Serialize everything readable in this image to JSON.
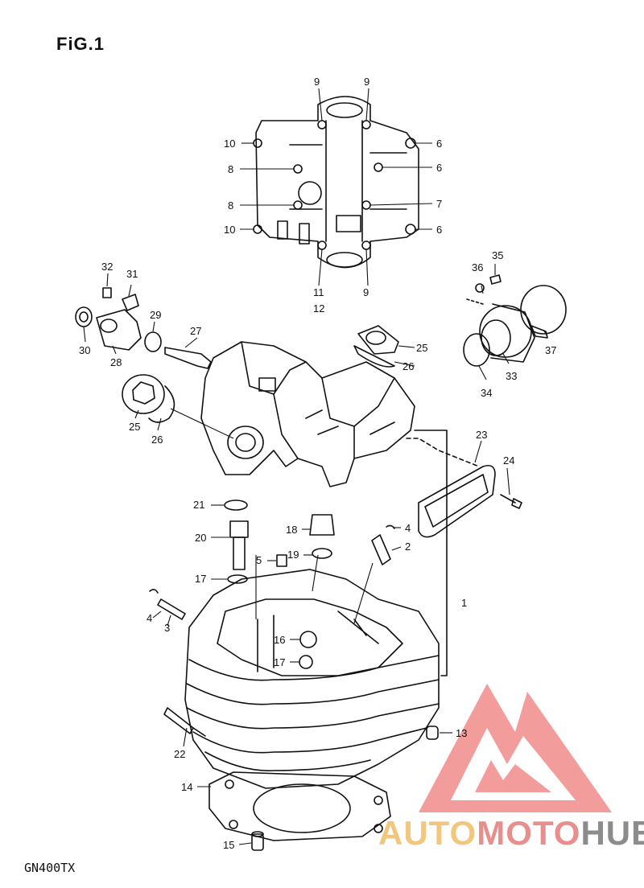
{
  "title": "FiG.1",
  "model_code": "GN400TX",
  "watermark": {
    "part1": "AUTO",
    "part2": "MOTO",
    "part3": "HUB",
    "colors": {
      "part1": "#f2c77d",
      "part2": "#e88f8d",
      "part3": "#8c8c8c",
      "logo": "#f08b8b"
    }
  },
  "callouts": [
    "1",
    "2",
    "3",
    "4",
    "4",
    "5",
    "6",
    "6",
    "6",
    "7",
    "8",
    "8",
    "9",
    "9",
    "9",
    "10",
    "10",
    "11",
    "12",
    "13",
    "14",
    "15",
    "16",
    "17",
    "17",
    "18",
    "19",
    "20",
    "21",
    "22",
    "23",
    "24",
    "25",
    "25",
    "26",
    "26",
    "27",
    "28",
    "29",
    "30",
    "31",
    "32",
    "33",
    "34",
    "35",
    "36",
    "37"
  ]
}
